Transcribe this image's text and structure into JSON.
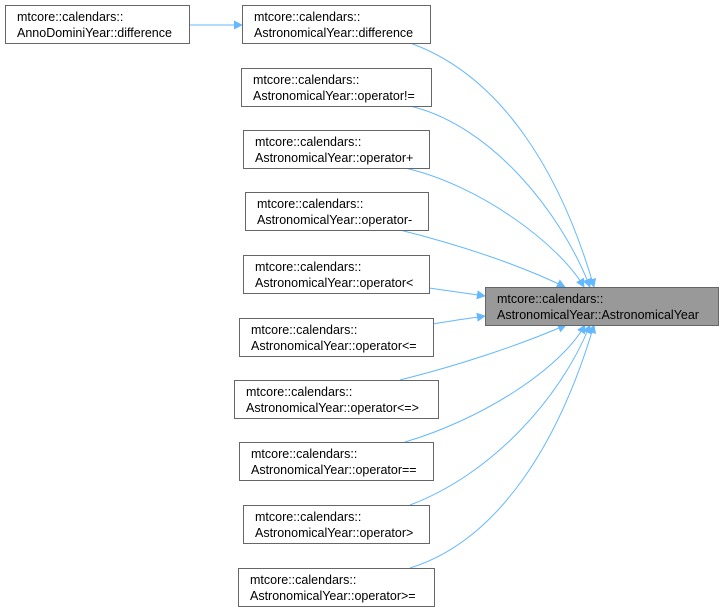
{
  "colors": {
    "edge": "#63b8ff",
    "node_border": "#666666",
    "node_fill": "#ffffff",
    "focus_fill": "#999999",
    "focus_border": "#666666"
  },
  "nodes": [
    {
      "id": "annodomini-difference",
      "line1": "mtcore::calendars::",
      "line2": "AnnoDominiYear::difference"
    },
    {
      "id": "astro-difference",
      "line1": "mtcore::calendars::",
      "line2": "AstronomicalYear::difference"
    },
    {
      "id": "astro-op-neq",
      "line1": "mtcore::calendars::",
      "line2": "AstronomicalYear::operator!="
    },
    {
      "id": "astro-op-plus",
      "line1": "mtcore::calendars::",
      "line2": "AstronomicalYear::operator+"
    },
    {
      "id": "astro-op-minus",
      "line1": "mtcore::calendars::",
      "line2": "AstronomicalYear::operator-"
    },
    {
      "id": "astro-op-lt",
      "line1": "mtcore::calendars::",
      "line2": "AstronomicalYear::operator<"
    },
    {
      "id": "astro-op-le",
      "line1": "mtcore::calendars::",
      "line2": "AstronomicalYear::operator<="
    },
    {
      "id": "astro-op-spaceship",
      "line1": "mtcore::calendars::",
      "line2": "AstronomicalYear::operator<=>"
    },
    {
      "id": "astro-op-eq",
      "line1": "mtcore::calendars::",
      "line2": "AstronomicalYear::operator=="
    },
    {
      "id": "astro-op-gt",
      "line1": "mtcore::calendars::",
      "line2": "AstronomicalYear::operator>"
    },
    {
      "id": "astro-op-ge",
      "line1": "mtcore::calendars::",
      "line2": "AstronomicalYear::operator>="
    },
    {
      "id": "astro-ctor",
      "line1": "mtcore::calendars::",
      "line2": "AstronomicalYear::AstronomicalYear",
      "focus": true
    }
  ],
  "edges": [
    {
      "from": "astro-difference",
      "to": "annodomini-difference"
    },
    {
      "from": "astro-ctor",
      "to": "astro-difference"
    },
    {
      "from": "astro-ctor",
      "to": "astro-op-neq"
    },
    {
      "from": "astro-ctor",
      "to": "astro-op-plus"
    },
    {
      "from": "astro-ctor",
      "to": "astro-op-minus"
    },
    {
      "from": "astro-ctor",
      "to": "astro-op-lt"
    },
    {
      "from": "astro-ctor",
      "to": "astro-op-le"
    },
    {
      "from": "astro-ctor",
      "to": "astro-op-spaceship"
    },
    {
      "from": "astro-ctor",
      "to": "astro-op-eq"
    },
    {
      "from": "astro-ctor",
      "to": "astro-op-gt"
    },
    {
      "from": "astro-ctor",
      "to": "astro-op-ge"
    }
  ]
}
